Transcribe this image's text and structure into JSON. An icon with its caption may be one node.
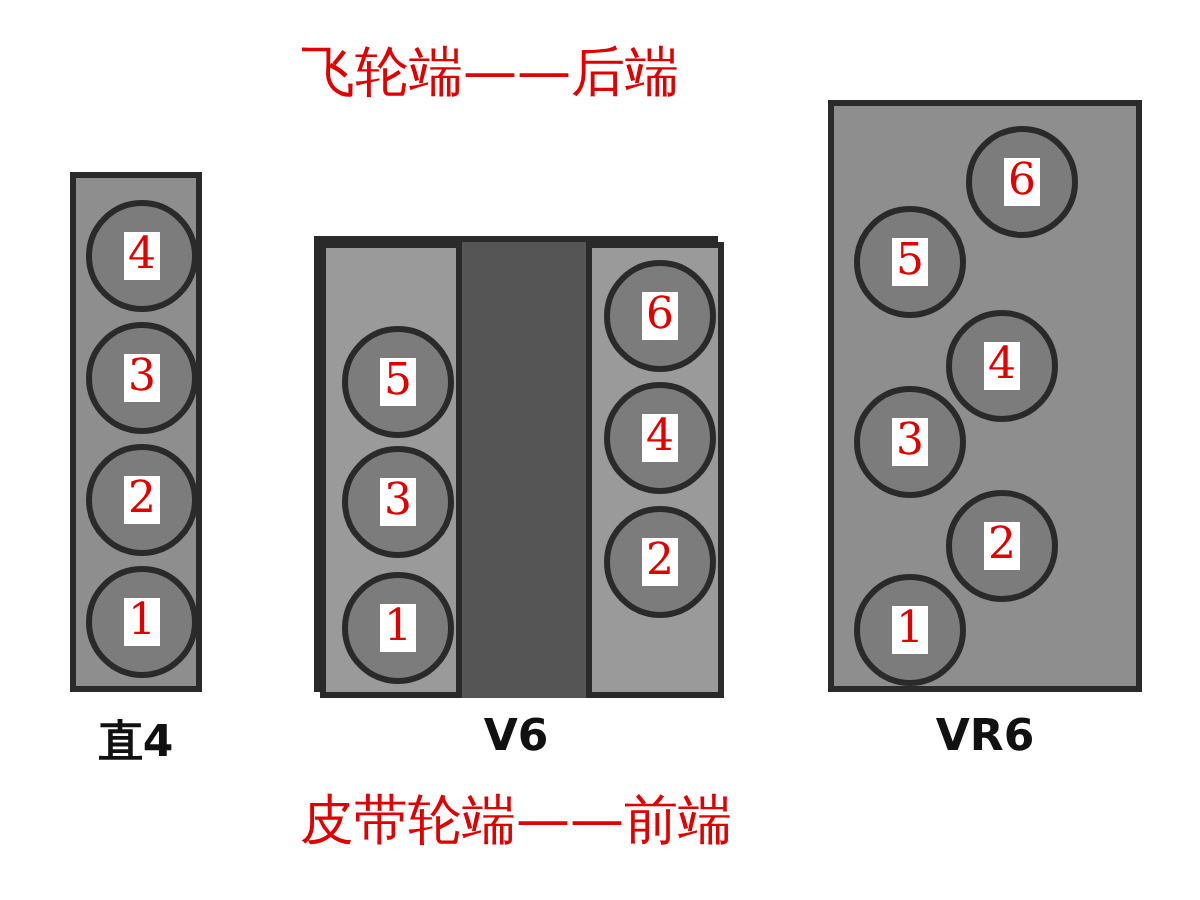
{
  "diagram": {
    "nodes": [
      {
        "text": [],
        "shape": "box",
        "beside": [
          "直4"
        ]
      },
      {
        "text": [
          "4"
        ],
        "in": 0
      },
      {
        "text": [
          "3"
        ],
        "in": 0
      },
      {
        "text": [
          "2"
        ],
        "in": 0
      },
      {
        "text": [
          "1"
        ],
        "in": 0
      },
      {
        "text": [],
        "shape": "box",
        "beside": [
          "V6"
        ]
      },
      {
        "text": [],
        "shape": "box",
        "in": 5
      },
      {
        "text": [
          "5"
        ],
        "in": 6
      },
      {
        "text": [
          "3"
        ],
        "in": 6
      },
      {
        "text": [
          "1"
        ],
        "in": 6
      },
      {
        "text": [],
        "shape": "bar",
        "in": 5
      },
      {
        "text": [],
        "shape": "box",
        "in": 5
      },
      {
        "text": [
          "6"
        ],
        "in": 11
      },
      {
        "text": [
          "4"
        ],
        "in": 11
      },
      {
        "text": [
          "2"
        ],
        "in": 11
      },
      {
        "text": [],
        "shape": "box",
        "beside": [
          "VR6"
        ]
      },
      {
        "text": [
          "6"
        ],
        "in": 15
      },
      {
        "text": [
          "5"
        ],
        "in": 15
      },
      {
        "text": [
          "4"
        ],
        "in": 15
      },
      {
        "text": [
          "3"
        ],
        "in": 15
      },
      {
        "text": [
          "2"
        ],
        "in": 15
      },
      {
        "text": [
          "1"
        ],
        "in": 15
      }
    ],
    "edges": [],
    "labels": [
      "飞轮端——后端",
      "皮带轮端——前端"
    ]
  }
}
